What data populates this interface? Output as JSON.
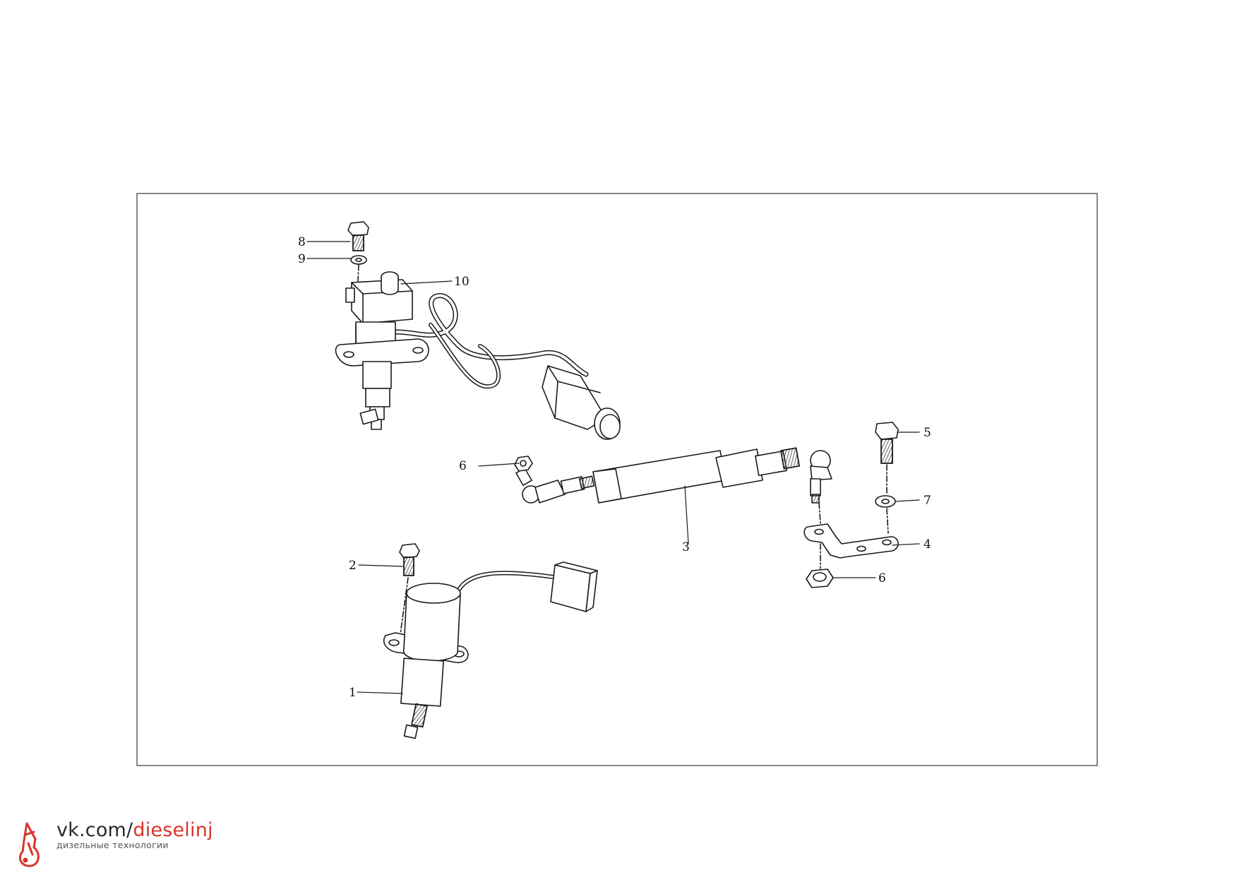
{
  "callouts": {
    "c1": "1",
    "c2": "2",
    "c3": "3",
    "c4": "4",
    "c5": "5",
    "c6a": "6",
    "c6b": "6",
    "c7": "7",
    "c8": "8",
    "c9": "9",
    "c10": "10"
  },
  "watermark": {
    "url_prefix": "vk.com/",
    "url_accent": "dieselinj",
    "subtitle": "дизельные технологии",
    "logo_icon": "injector-drop-icon",
    "accent_color": "#d8342c"
  },
  "colors": {
    "line": "#1a1a1a",
    "frame": "#444444",
    "background": "#ffffff"
  }
}
